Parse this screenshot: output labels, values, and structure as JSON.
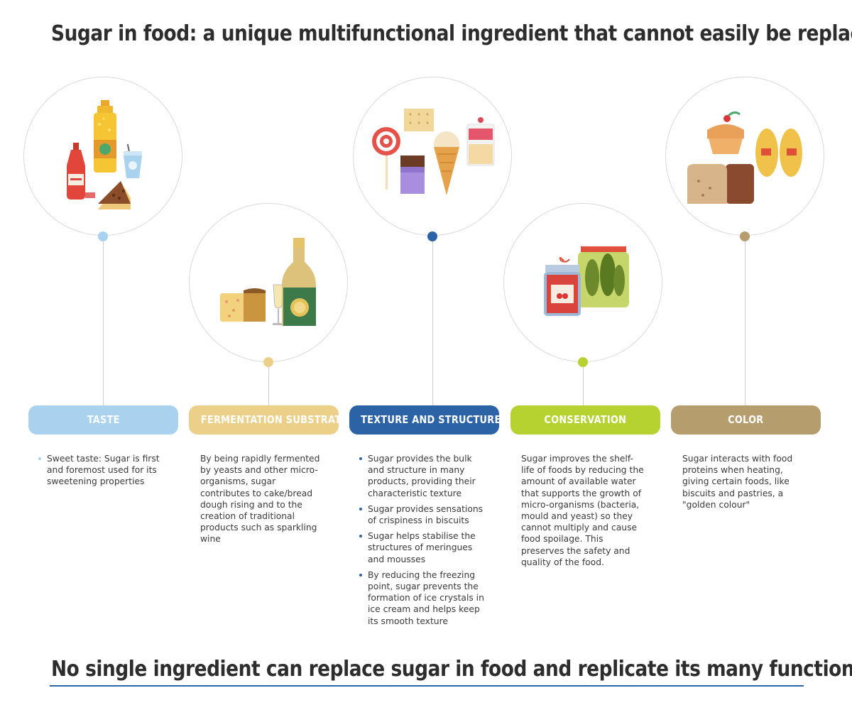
{
  "title": "Sugar in food: a unique multifunctional ingredient that cannot easily be replaced",
  "footer": "No single ingredient can replace sugar in food and replicate its many functions",
  "colors": {
    "taste": "#a9d2ef",
    "fermentation": "#ecd08a",
    "texture": "#2c62a6",
    "conservation": "#b6d231",
    "color": "#b59d6d"
  },
  "columns": [
    {
      "key": "taste",
      "label": "TASTE",
      "icons": [
        "ketchup-bottle-icon",
        "juice-bottle-icon",
        "soda-cup-icon",
        "pie-slice-icon"
      ],
      "bullets": [
        "Sweet taste: Sugar is first and foremost used for its sweetening properties"
      ]
    },
    {
      "key": "fermentation",
      "label": "FERMENTATION SUBSTRATE",
      "icons": [
        "bread-loaf-icon",
        "wine-glass-icon",
        "champagne-bottle-icon"
      ],
      "paragraph": "By being rapidly fermented by yeasts and other micro-organisms, sugar contributes to cake/bread dough rising and to the creation of traditional products such as sparkling wine"
    },
    {
      "key": "texture",
      "label": "TEXTURE AND STRUCTURE",
      "icons": [
        "lollipop-icon",
        "cracker-icon",
        "ice-cream-cone-icon",
        "mousse-cup-icon",
        "chocolate-bar-icon"
      ],
      "bullets": [
        "Sugar provides the bulk and structure in many products, providing their characteristic texture",
        "Sugar provides sensations of crispiness in biscuits",
        "Sugar helps stabilise the structures of meringues and mousses",
        "By reducing the freezing point, sugar prevents the formation of ice crystals in ice cream and helps keep its smooth texture"
      ]
    },
    {
      "key": "conservation",
      "label": "CONSERVATION",
      "icons": [
        "jam-jar-icon",
        "pickle-jar-icon"
      ],
      "paragraph": "Sugar improves the shelf-life of foods by reducing the amount of available water that supports the growth of micro-organisms (bacteria, mould and yeast) so they cannot multiply and cause food spoilage. This preserves the safety and quality of the food."
    },
    {
      "key": "color",
      "label": "COLOR",
      "icons": [
        "cupcake-icon",
        "croissant-icon",
        "bread-icon"
      ],
      "paragraph": "Sugar interacts with food proteins when heating, giving certain foods, like biscuits and pastries, a \"golden colour\""
    }
  ]
}
